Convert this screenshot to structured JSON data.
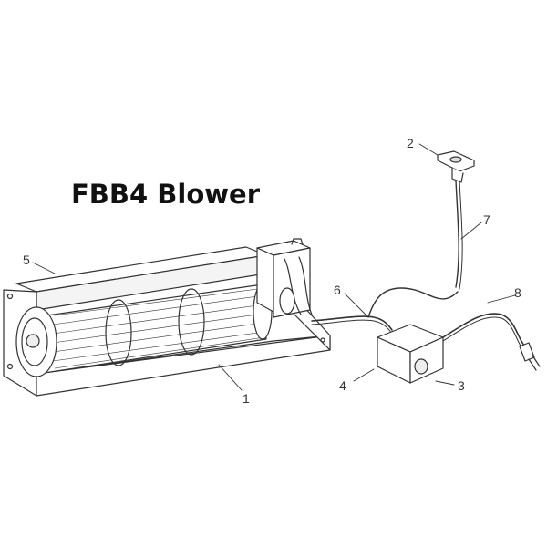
{
  "title": "FBB4 Blower",
  "callouts": {
    "c1": "1",
    "c2": "2",
    "c3": "3",
    "c4": "4",
    "c5": "5",
    "c6": "6",
    "c7": "7",
    "c8": "8"
  },
  "colors": {
    "line": "#333333",
    "fill": "#ffffff",
    "shade": "#e9e9e9"
  }
}
